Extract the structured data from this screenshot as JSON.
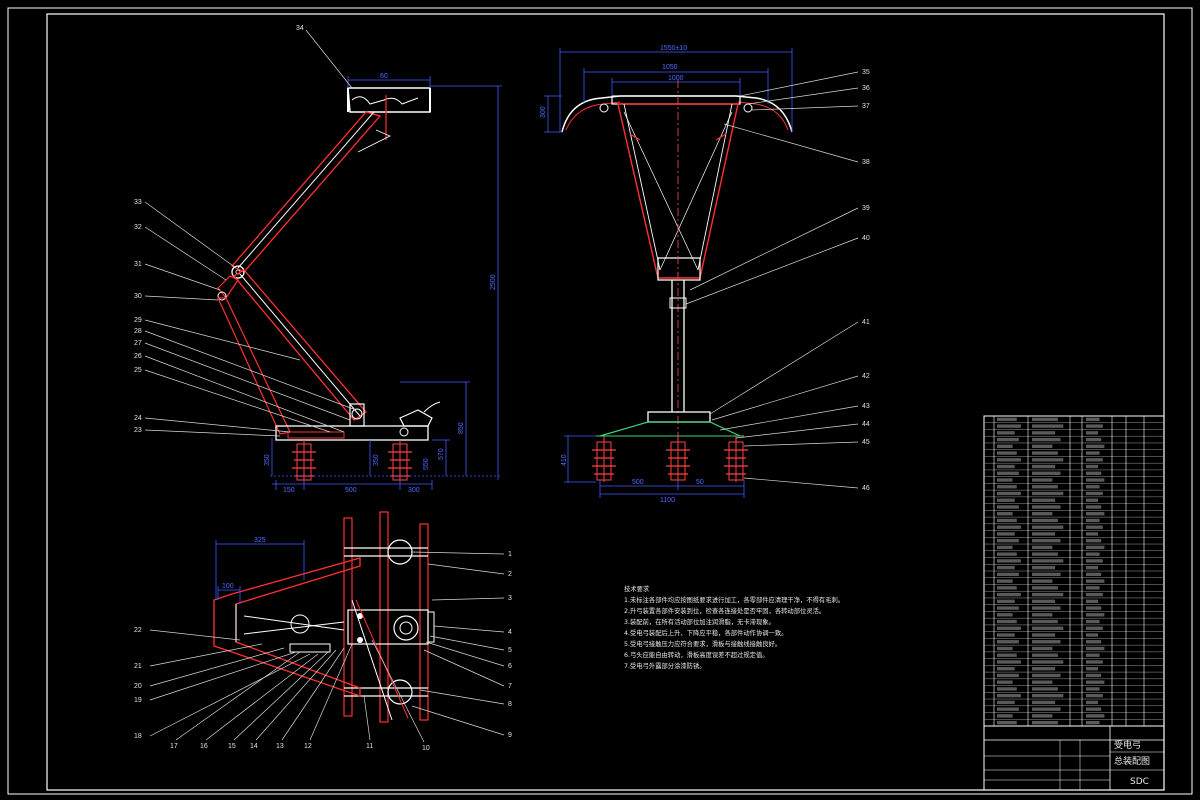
{
  "colors": {
    "background": "#000000",
    "outline": "#ffffff",
    "part_red": "#ff3030",
    "centerline": "#ff5050",
    "dimension_blue": "#3f5cff",
    "insulator_red": "#ff4040",
    "ground_green": "#3fd27a",
    "leader_white": "#d8d8d8"
  },
  "side_view": {
    "dim_top": "60",
    "dim_height": "2500",
    "dim_mid": "850",
    "dim_left_small": "350",
    "dim_base_left": "550",
    "dim_base_h": "350",
    "dim_base_bottom": [
      "150",
      "500",
      "300"
    ],
    "dim_base_right": "570",
    "callouts": [
      "34",
      "33",
      "32",
      "31",
      "30",
      "29",
      "28",
      "27",
      "26",
      "25",
      "24",
      "23"
    ]
  },
  "front_view": {
    "dim_top": [
      "1550±10",
      "1050",
      "1000"
    ],
    "dim_left": "300",
    "dim_base_left": "410",
    "dim_base_bottom": [
      "500",
      "50",
      "1100"
    ],
    "callouts": [
      "35",
      "36",
      "37",
      "38",
      "39",
      "40",
      "41",
      "42",
      "43",
      "44",
      "45",
      "46"
    ]
  },
  "plan_view": {
    "dim_top": "325",
    "dim_small": "100",
    "callouts_right": [
      "1",
      "2",
      "3",
      "4",
      "5",
      "6",
      "7",
      "8",
      "9"
    ],
    "callouts_left": [
      "22",
      "21",
      "20",
      "19",
      "18"
    ],
    "callouts_bottom": [
      "17",
      "16",
      "15",
      "14",
      "13",
      "12",
      "11",
      "10"
    ]
  },
  "tech_notes": {
    "title": "技术要求",
    "lines": [
      "1.未标注各部件均应按图纸要求进行加工，各零部件应清理干净，不得有毛刺。",
      "2.升弓装置各部件安装到位，检查各连接处是否牢固，各转动部位灵活。",
      "3.装配前，在所有活动部位加注润滑脂，无卡滞现象。",
      "4.受电弓装配后上升、下降应平稳，各部件动作协调一致。",
      "5.受电弓接触压力应符合要求，滑板与接触线接触良好。",
      "6.弓头应能自由转动，滑板高度误差不超过规定值。",
      "7.受电弓外露部分涂漆防锈。"
    ]
  },
  "title_block": {
    "name_line1": "受电弓",
    "name_line2": "总装配图",
    "code": "SDC"
  }
}
